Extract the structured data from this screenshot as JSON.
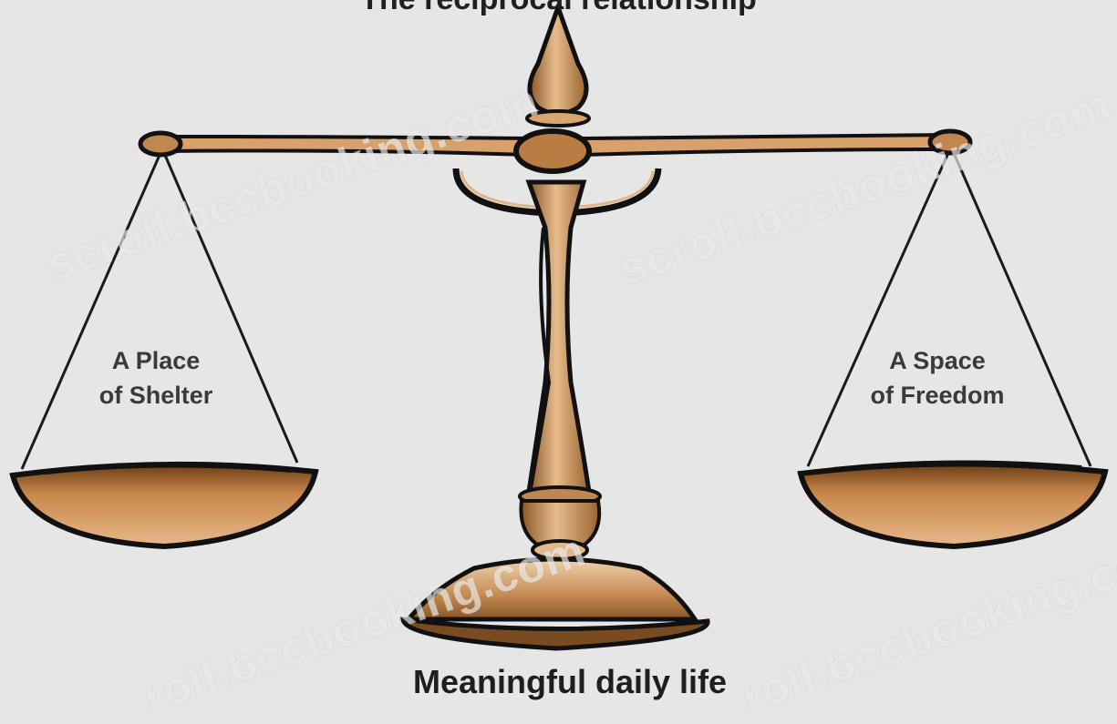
{
  "diagram": {
    "top_caption": "The reciprocal relationship",
    "left_pan": {
      "line1": "A Place",
      "line2": "of Shelter"
    },
    "right_pan": {
      "line1": "A Space",
      "line2": "of Freedom"
    },
    "bottom_caption": "Meaningful daily life"
  },
  "watermark": {
    "text_upper": "scroll.bccbooking.com",
    "text_lower": "roll.bccbooking.com"
  },
  "colors": {
    "background": "#e6e6e6",
    "bronze": "#c08850",
    "bronze_light": "#e8c498",
    "bronze_dark": "#7a4a20",
    "outline": "#111111"
  }
}
